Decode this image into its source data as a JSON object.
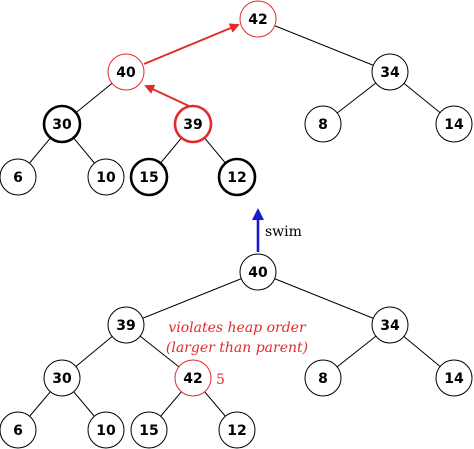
{
  "before_heap": {
    "nodes": [
      "40",
      "39",
      "34",
      "30",
      "42",
      "8",
      "14",
      "6",
      "10",
      "15",
      "12"
    ],
    "violation_note": [
      "violates heap order",
      "(larger than parent)"
    ],
    "violation_index": "5"
  },
  "transition": {
    "label": "swim"
  },
  "after_heap": {
    "nodes": [
      "42",
      "40",
      "34",
      "30",
      "39",
      "8",
      "14",
      "6",
      "10",
      "15",
      "12"
    ]
  },
  "colors": {
    "highlight": "#e32b2b",
    "swim_arrow": "#1a1acc",
    "edge": "#000000"
  }
}
